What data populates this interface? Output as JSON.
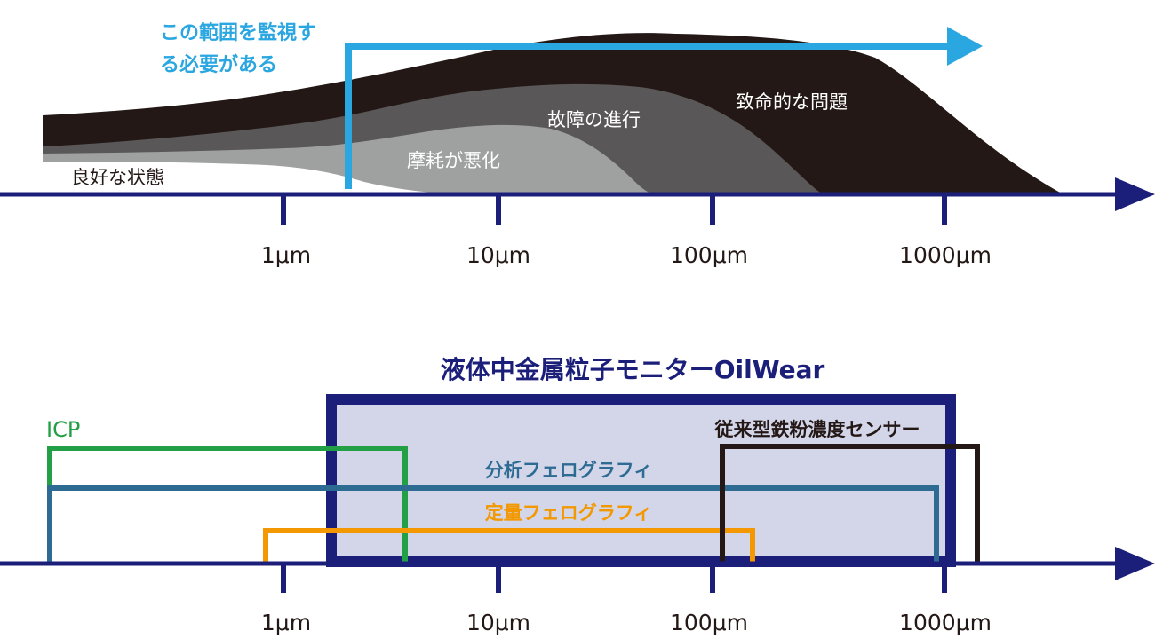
{
  "top": {
    "monitor_note": [
      "この範囲を監視す",
      "る必要がある"
    ],
    "stages": {
      "good": "良好な状態",
      "wear_worse": "摩耗が悪化",
      "failure_progress": "故障の進行",
      "fatal": "致命的な問題"
    },
    "ticks": [
      "1μm",
      "10μm",
      "100μm",
      "1000μm"
    ]
  },
  "bottom": {
    "oilwear_title": "液体中金属粒子モニターOilWear",
    "methods": {
      "icp": "ICP",
      "conventional": "従来型鉄粉濃度センサー",
      "analytical_ferro": "分析フェログラフィ",
      "quantitative_ferro": "定量フェログラフィ"
    },
    "ticks": [
      "1μm",
      "10μm",
      "100μm",
      "1000μm"
    ]
  },
  "colors": {
    "axis": "#1c1f7a",
    "monitor": "#2aa6e0",
    "fatal": "#231815",
    "progress": "#595757",
    "worse": "#9fa0a0",
    "icp": "#23a045",
    "analytical": "#2e6b93",
    "quantitative": "#f39800",
    "conventional": "#231815",
    "oilwear_fill": "#d3d5e8"
  }
}
